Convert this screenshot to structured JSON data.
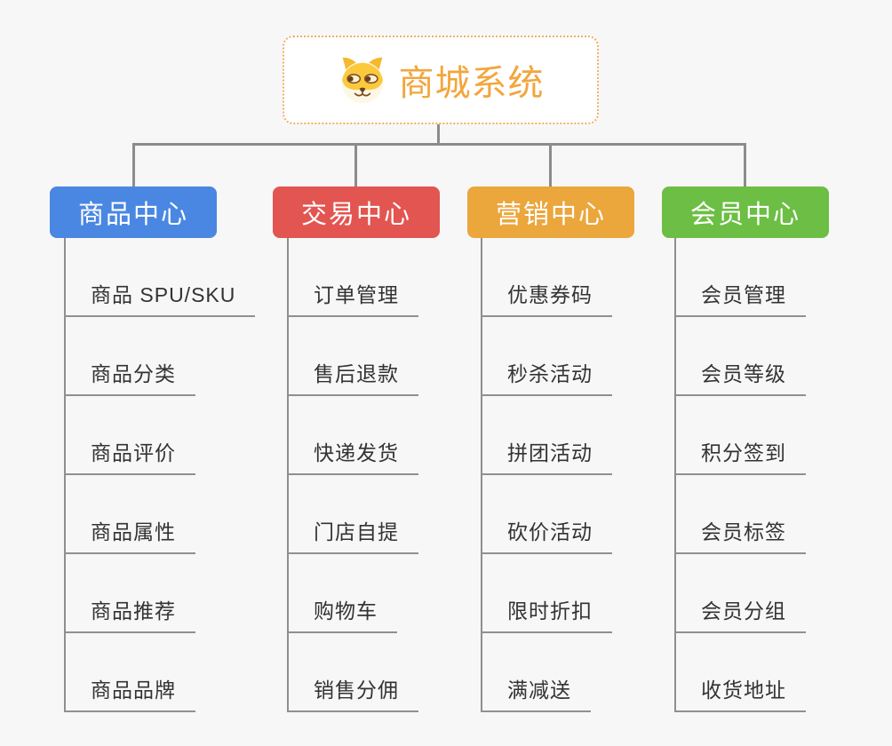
{
  "canvas": {
    "background": "#f7f7f7"
  },
  "colors": {
    "connector": "#8c8c8c",
    "leaf_underline": "#909090",
    "leaf_text": "#333333"
  },
  "root": {
    "title": "商城系统",
    "icon": "dog-face-icon",
    "title_color": "#f2a63c",
    "border_color": "#f0b061",
    "background": "#ffffff"
  },
  "branches": [
    {
      "id": "product-center",
      "label": "商品中心",
      "color": "#4a87e2",
      "children": [
        "商品 SPU/SKU",
        "商品分类",
        "商品评价",
        "商品属性",
        "商品推荐",
        "商品品牌"
      ]
    },
    {
      "id": "trade-center",
      "label": "交易中心",
      "color": "#e25551",
      "children": [
        "订单管理",
        "售后退款",
        "快递发货",
        "门店自提",
        "购物车",
        "销售分佣"
      ]
    },
    {
      "id": "marketing-center",
      "label": "营销中心",
      "color": "#eba63c",
      "children": [
        "优惠券码",
        "秒杀活动",
        "拼团活动",
        "砍价活动",
        "限时折扣",
        "满减送"
      ]
    },
    {
      "id": "member-center",
      "label": "会员中心",
      "color": "#6cbe44",
      "children": [
        "会员管理",
        "会员等级",
        "积分签到",
        "会员标签",
        "会员分组",
        "收货地址"
      ]
    }
  ]
}
